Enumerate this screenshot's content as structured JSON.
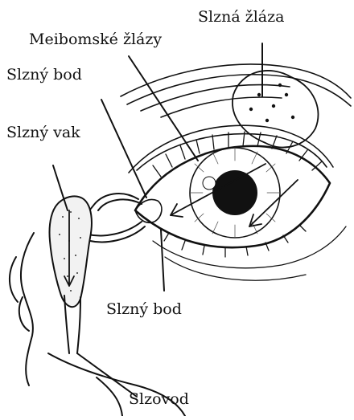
{
  "labels": {
    "lacrimal_gland": "Slzná žláza",
    "meibomian_glands": "Meibomské žlázy",
    "upper_punctum": "Slzný bod",
    "lacrimal_sac": "Slzný vak",
    "lower_punctum": "Slzný bod",
    "nasolacrimal_duct": "Slzovod"
  },
  "colors": {
    "ink": "#111111",
    "background": "#ffffff"
  }
}
